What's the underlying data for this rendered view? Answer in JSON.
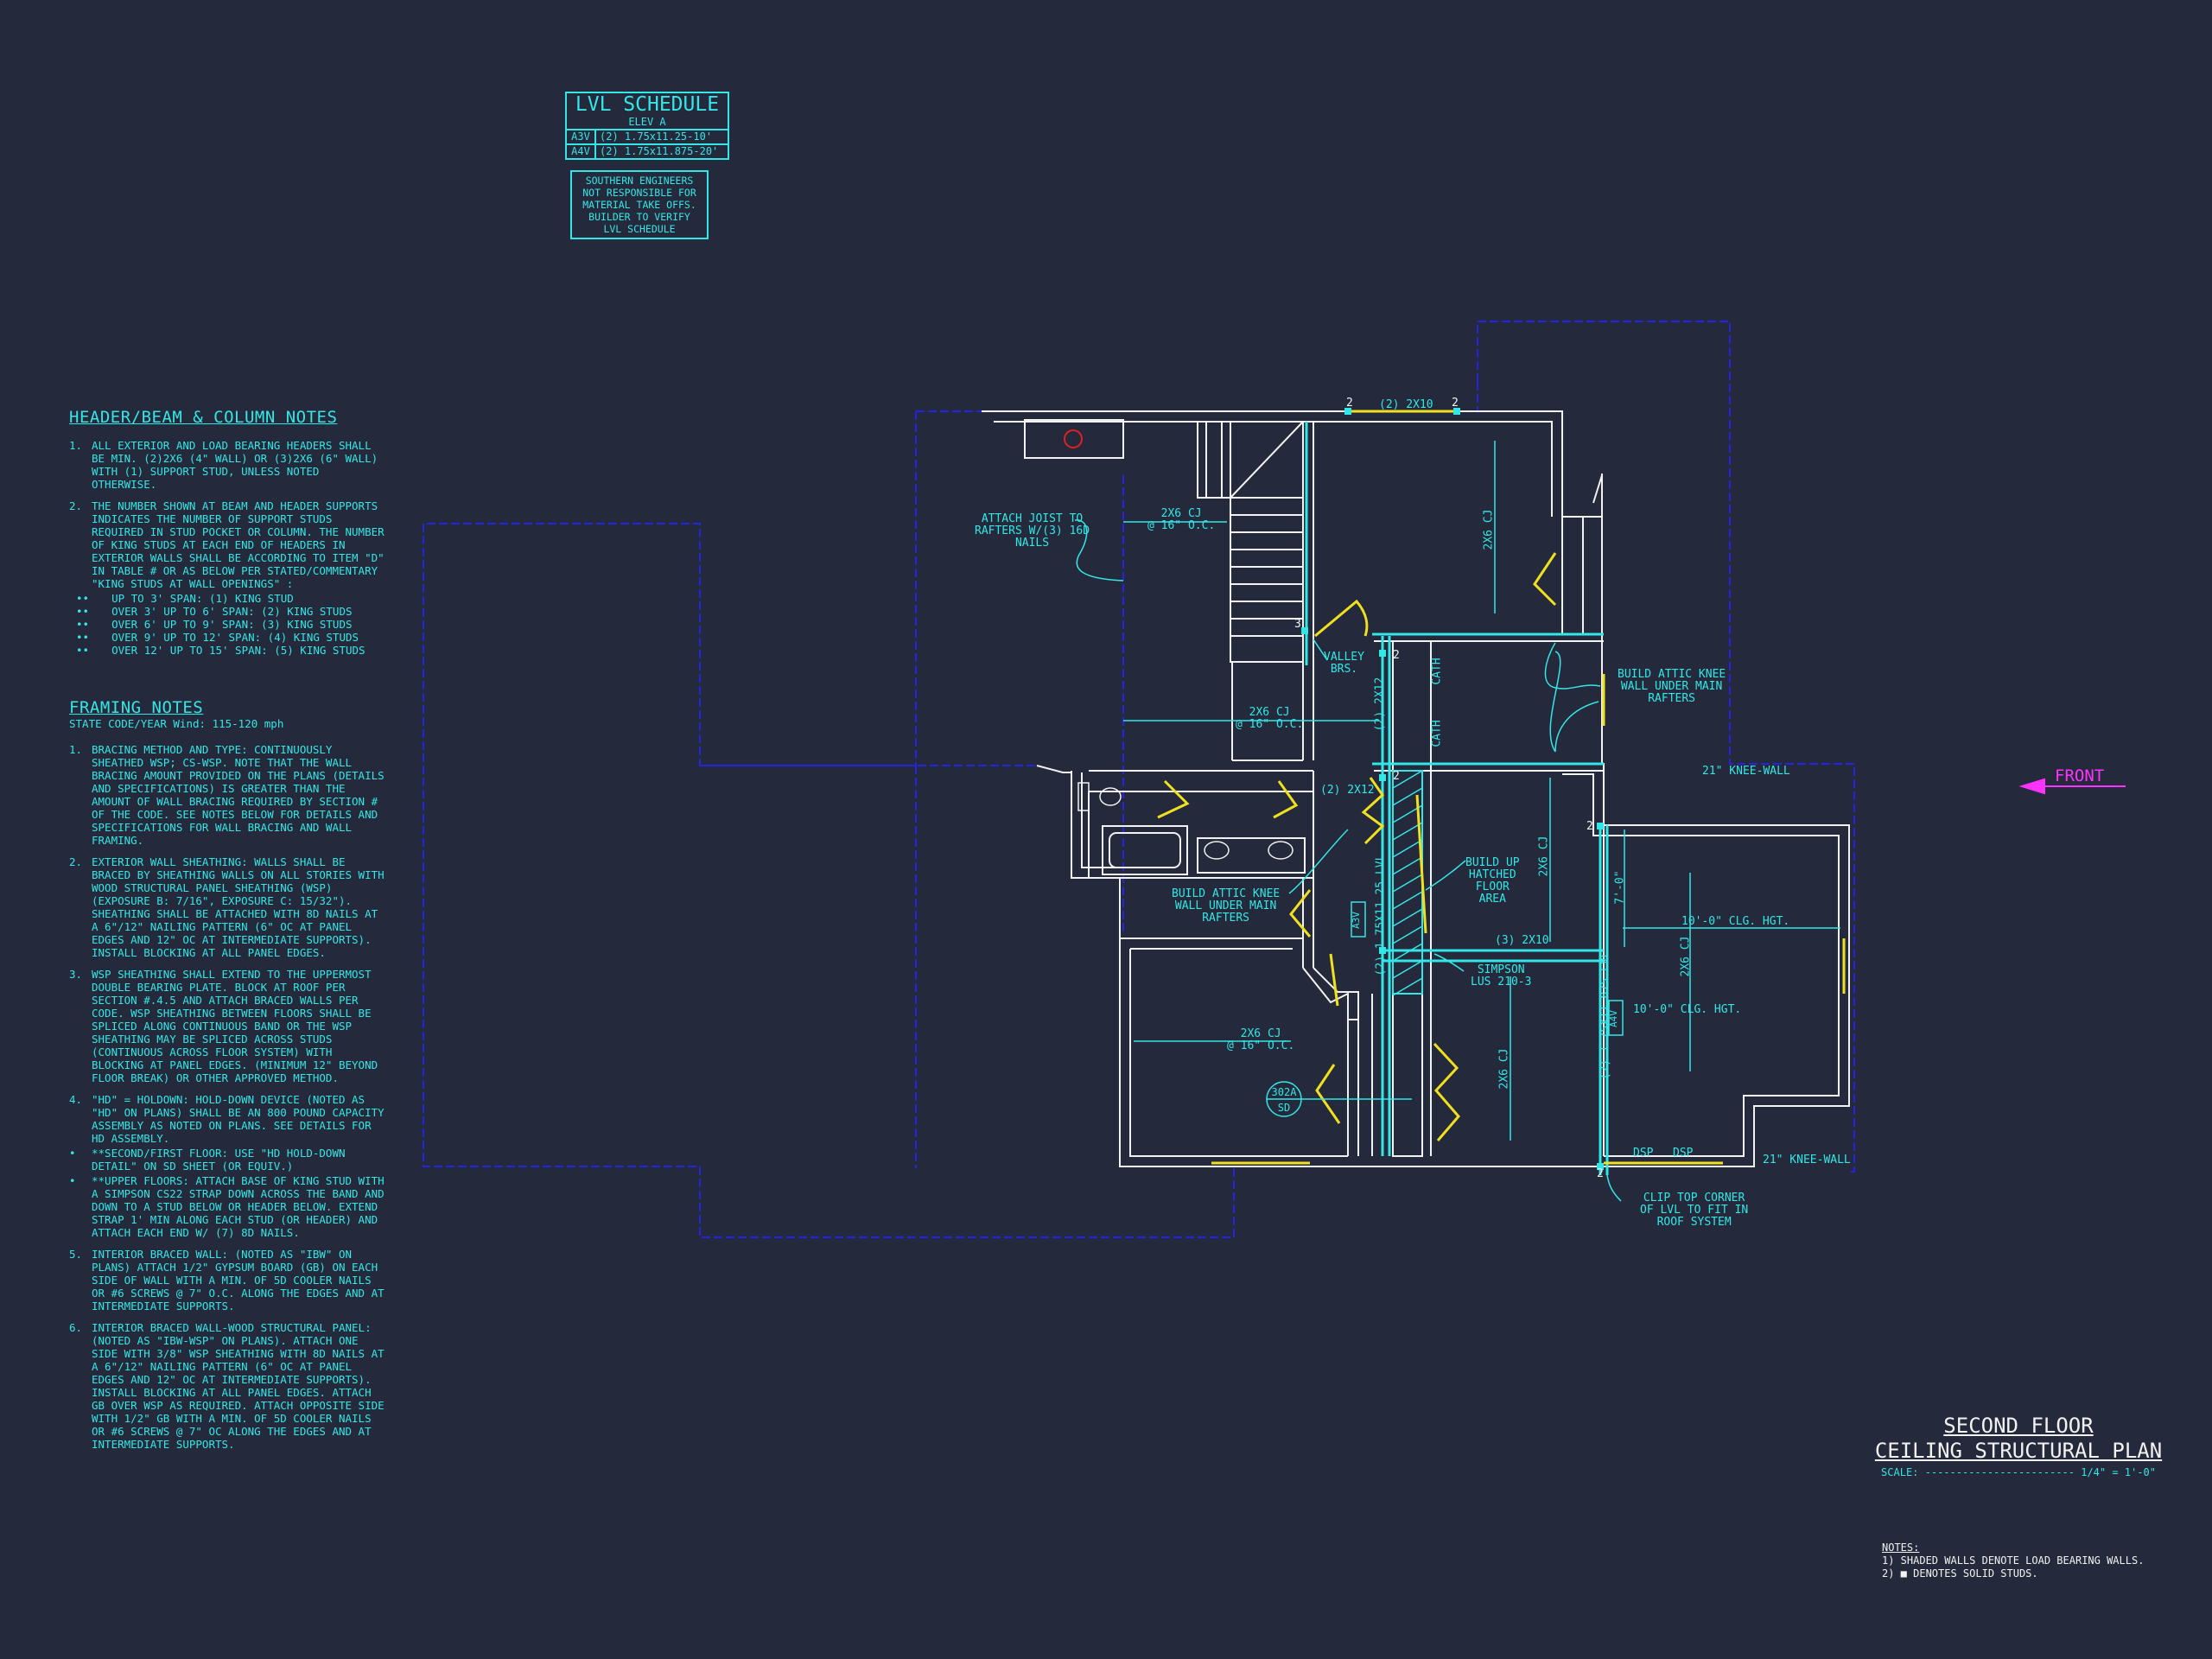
{
  "lvl_schedule": {
    "title": "LVL SCHEDULE",
    "subtitle": "ELEV A",
    "rows": [
      {
        "tag": "A3V",
        "spec": "(2) 1.75x11.25-10'"
      },
      {
        "tag": "A4V",
        "spec": "(2) 1.75x11.875-20'"
      }
    ],
    "disclaimer": [
      "SOUTHERN ENGINEERS",
      "NOT RESPONSIBLE FOR",
      "MATERIAL TAKE OFFS.",
      "BUILDER TO VERIFY",
      "LVL SCHEDULE"
    ]
  },
  "header_notes": {
    "title": "HEADER/BEAM & COLUMN NOTES",
    "items": [
      {
        "num": "1.",
        "text": "ALL EXTERIOR AND LOAD BEARING HEADERS SHALL BE MIN. (2)2x6 (4\" WALL) OR (3)2x6 (6\" WALL) WITH (1) SUPPORT STUD, UNLESS NOTED OTHERWISE."
      },
      {
        "num": "2.",
        "text": "THE NUMBER SHOWN AT BEAM AND HEADER SUPPORTS INDICATES THE NUMBER OF SUPPORT STUDS REQUIRED IN STUD POCKET OR COLUMN. THE NUMBER OF KING STUDS AT EACH END OF HEADERS IN EXTERIOR WALLS SHALL BE ACCORDING TO ITEM \"d\" IN TABLE # OR AS BELOW PER STATED/COMMENTARY \"KING STUDS AT WALL OPENINGS\" :"
      }
    ],
    "bullets": [
      "UP TO 3' SPAN: (1) KING STUD",
      "OVER 3' UP TO 6' SPAN: (2) KING STUDS",
      "OVER 6' UP TO 9' SPAN: (3) KING STUDS",
      "OVER 9' UP TO 12' SPAN: (4) KING STUDS",
      "OVER 12' UP TO 15' SPAN: (5) KING STUDS"
    ]
  },
  "framing_notes": {
    "title": "FRAMING NOTES",
    "subtitle": "STATE CODE/YEAR Wind: 115-120 mph",
    "items": [
      {
        "num": "1.",
        "text": "BRACING METHOD AND TYPE: CONTINUOUSLY SHEATHED WSP; CS-WSP. NOTE THAT THE WALL BRACING AMOUNT PROVIDED ON THE PLANS (DETAILS AND SPECIFICATIONS) IS GREATER THAN THE AMOUNT OF WALL BRACING REQUIRED BY SECTION # OF THE CODE. SEE NOTES BELOW FOR DETAILS AND SPECIFICATIONS FOR WALL BRACING AND WALL FRAMING."
      },
      {
        "num": "2.",
        "text": "EXTERIOR WALL SHEATHING: WALLS SHALL BE BRACED BY SHEATHING WALLS ON ALL STORIES WITH WOOD STRUCTURAL PANEL SHEATHING (WSP) (EXPOSURE B: 7/16\", EXPOSURE C: 15/32\"). SHEATHING SHALL BE ATTACHED WITH 8d NAILS AT A 6\"/12\" NAILING PATTERN (6\" OC AT PANEL EDGES AND 12\" OC AT INTERMEDIATE SUPPORTS). INSTALL BLOCKING AT ALL PANEL EDGES."
      },
      {
        "num": "3.",
        "text": "WSP SHEATHING SHALL EXTEND TO THE UPPERMOST DOUBLE BEARING PLATE. BLOCK AT ROOF PER SECTION #.4.5 AND ATTACH BRACED WALLS PER CODE. WSP SHEATHING BETWEEN FLOORS SHALL BE SPLICED ALONG CONTINUOUS BAND OR THE WSP SHEATHING MAY BE SPLICED ACROSS STUDS (CONTINUOUS ACROSS FLOOR SYSTEM) WITH BLOCKING AT PANEL EDGES. (MINIMUM 12\" BEYOND FLOOR BREAK) OR OTHER APPROVED METHOD."
      },
      {
        "num": "4.",
        "text": "\"HD\" = HOLDOWN: HOLD-DOWN DEVICE (NOTED AS \"HD\" ON PLANS) SHALL BE AN 800 POUND CAPACITY ASSEMBLY AS NOTED ON PLANS. SEE DETAILS FOR HD ASSEMBLY."
      },
      {
        "num": "•",
        "text": "**SECOND/FIRST FLOOR: USE \"HD HOLD-DOWN DETAIL\" ON SD SHEET (OR EQUIV.)"
      },
      {
        "num": "•",
        "text": "**UPPER FLOORS: ATTACH BASE OF KING STUD WITH A SIMPSON CS22 STRAP DOWN ACROSS THE BAND AND DOWN TO A STUD BELOW OR HEADER BELOW. EXTEND STRAP 1' MIN ALONG EACH STUD (OR HEADER) AND ATTACH EACH END W/ (7) 8d NAILS."
      },
      {
        "num": "5.",
        "text": "INTERIOR BRACED WALL: (NOTED AS \"IBW\" ON PLANS) ATTACH 1/2\" GYPSUM BOARD (GB) ON EACH SIDE OF WALL WITH A MIN. OF 5d COOLER NAILS OR #6 SCREWS @ 7\" O.C. ALONG THE EDGES AND AT INTERMEDIATE SUPPORTS."
      },
      {
        "num": "6.",
        "text": "INTERIOR BRACED WALL-WOOD STRUCTURAL PANEL: (NOTED AS \"IBW-WSP\" ON PLANS). ATTACH ONE SIDE WITH 3/8\" WSP SHEATHING WITH 8d NAILS AT A 6\"/12\" NAILING PATTERN (6\" OC AT PANEL EDGES AND 12\" OC AT INTERMEDIATE SUPPORTS). INSTALL BLOCKING AT ALL PANEL EDGES. ATTACH GB OVER WSP AS REQUIRED. ATTACH OPPOSITE SIDE WITH 1/2\" GB WITH A MIN. OF 5d COOLER NAILS OR #6 SCREWS @ 7\" OC ALONG THE EDGES AND AT INTERMEDIATE SUPPORTS."
      }
    ]
  },
  "plan_labels": {
    "front": "FRONT",
    "attach_joist": [
      "ATTACH JOIST TO",
      "RAFTERS w/(3) 16d",
      "NAILS"
    ],
    "cj_16": [
      "2x6 CJ",
      "@ 16\" O.C."
    ],
    "cj_16_alt": [
      "2x6 CJ",
      "@ 16\" O.C."
    ],
    "cj_16_low": [
      "2x6 CJ",
      "@ 16\" O.C."
    ],
    "valley": [
      "VALLEY",
      "BRS."
    ],
    "build_attic_right": [
      "BUILD ATTIC KNEE",
      "WALL UNDER MAIN",
      "RAFTERS"
    ],
    "build_attic_left": [
      "BUILD ATTIC KNEE",
      "WALL UNDER MAIN",
      "RAFTERS"
    ],
    "build_up": [
      "BUILD UP",
      "HATCHED",
      "FLOOR",
      "AREA"
    ],
    "simpson": [
      "SIMPSON",
      "LUS 210-3"
    ],
    "knee_wall_top": "21\" KNEE-WALL",
    "knee_wall_bottom": "21\" KNEE-WALL",
    "clg_hgt_1": "10'-0\" CLG. HGT.",
    "clg_hgt_2": "10'-0\" CLG. HGT.",
    "clip_top": [
      "CLIP TOP CORNER",
      "OF LVL TO FIT IN",
      "ROOF SYSTEM"
    ],
    "header_top": "(2) 2x10",
    "header_mid": "(3) 2x10",
    "header_side": "(2) 2x12",
    "header_side2": "(2) 2x12",
    "lvl_vertical": "(2) 1.75x11.875 LVL",
    "lvl_vertical2": "(2) 1.75x11.25 LVL",
    "cath": "CATH",
    "dim_7": "7'-0\"",
    "dsp": "DSP",
    "tag_a3v": "A3V",
    "tag_a4v": "A4V",
    "detail_top": "302A",
    "detail_bottom": "SD",
    "stud_counts": [
      "2",
      "2",
      "3",
      "2",
      "2",
      "2",
      "2"
    ]
  },
  "title_block": {
    "line1": "SECOND FLOOR",
    "line2": "CEILING STRUCTURAL PLAN",
    "scale": "SCALE: ------------------------ 1/4\" = 1'-0\""
  },
  "bottom_notes": {
    "title": "NOTES:",
    "lines": [
      "1) SHADED WALLS DENOTE LOAD BEARING WALLS.",
      "2) ■ DENOTES SOLID STUDS."
    ]
  },
  "colors": {
    "background": "#242a3b",
    "cyan": "#35e6e6",
    "white": "#f2f2f2",
    "blue_dashed": "#2424e0",
    "yellow": "#f0e020",
    "magenta": "#ff33ff",
    "red": "#e02020"
  }
}
